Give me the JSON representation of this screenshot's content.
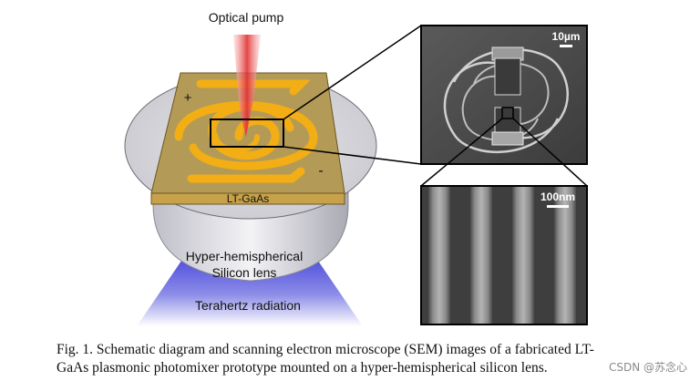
{
  "figure": {
    "labels": {
      "pump": "Optical pump",
      "plus": "+",
      "minus": "-",
      "substrate": "LT-GaAs",
      "lens_line1": "Hyper-hemispherical",
      "lens_line2": "Silicon lens",
      "radiation": "Terahertz radiation",
      "scale_top": "10µm",
      "scale_bottom": "100nm"
    }
  },
  "caption": {
    "line1": "Fig. 1. Schematic diagram and scanning electron microscope (SEM) images of a fabricated LT-",
    "line2": "GaAs plasmonic photomixer prototype mounted on a hyper-hemispherical silicon lens."
  },
  "watermark": "CSDN @苏念心"
}
